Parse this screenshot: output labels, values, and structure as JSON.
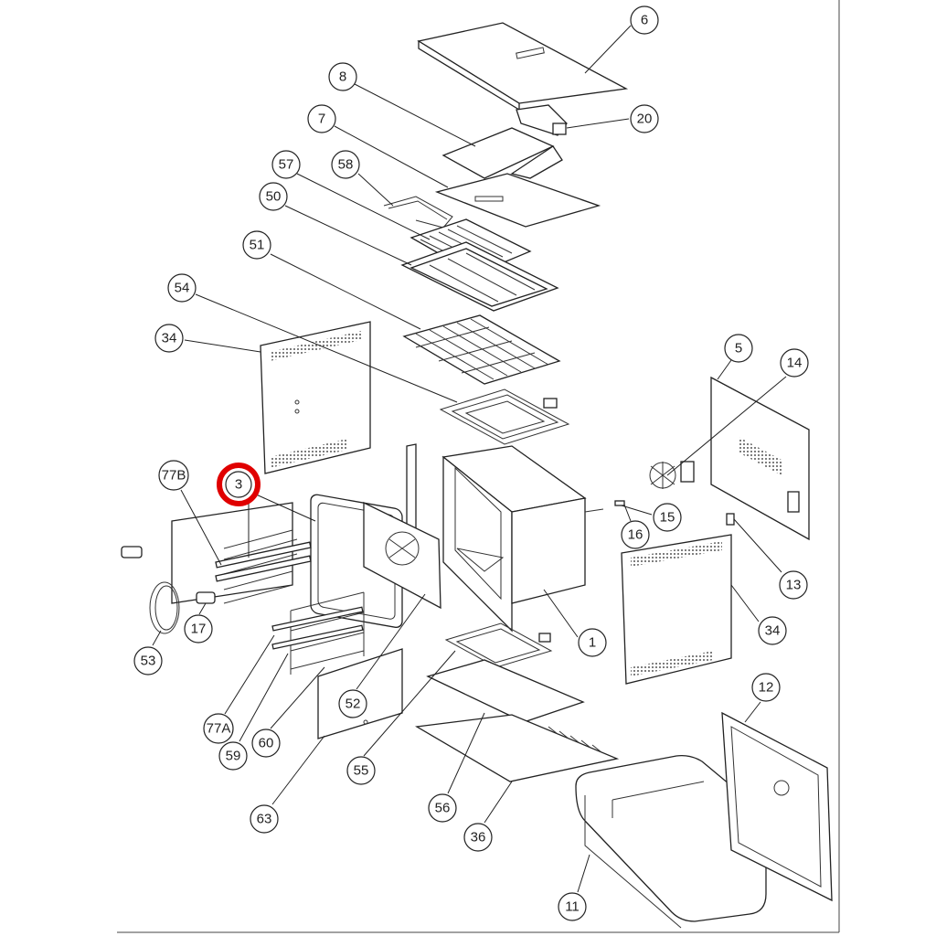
{
  "diagram": {
    "highlight_color": "#e00000",
    "highlighted_callout": "3",
    "callouts": {
      "c6": "6",
      "c20": "20",
      "c8": "8",
      "c7": "7",
      "c57": "57",
      "c58": "58",
      "c50": "50",
      "c51": "51",
      "c54": "54",
      "c34a": "34",
      "c5": "5",
      "c14": "14",
      "c77b": "77B",
      "c3": "3",
      "c15": "15",
      "c16": "16",
      "c13": "13",
      "c1": "1",
      "c34b": "34",
      "c17": "17",
      "c53": "53",
      "c52": "52",
      "c77a": "77A",
      "c59": "59",
      "c60": "60",
      "c55": "55",
      "c56": "56",
      "c36": "36",
      "c63": "63",
      "c12": "12",
      "c11": "11"
    }
  }
}
